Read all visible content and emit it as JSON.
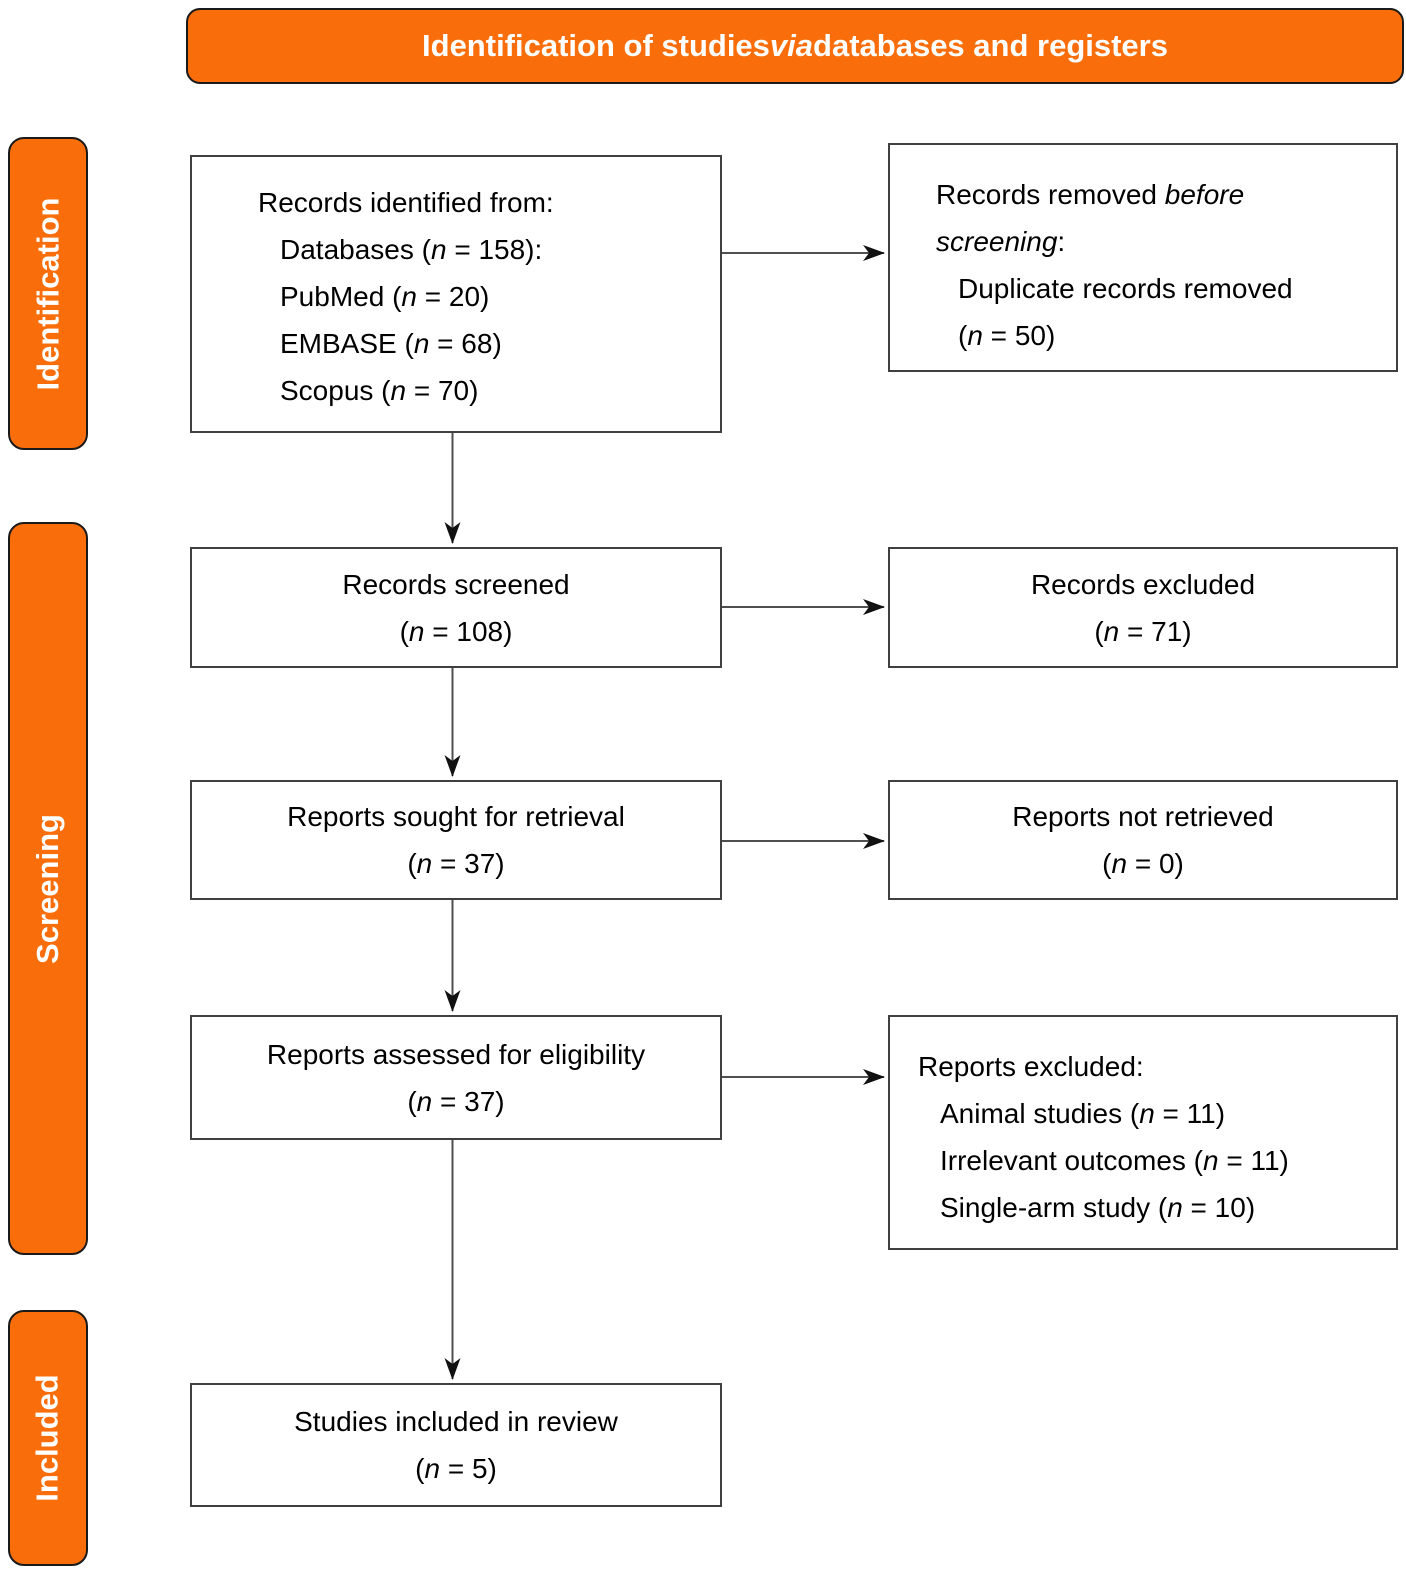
{
  "colors": {
    "accent_orange": "#F96E0A",
    "box_border": "#404040",
    "arrow": "#4f4f4f",
    "arrow_head": "#111111"
  },
  "banner": {
    "segments": [
      {
        "t": "Identification of studies "
      },
      {
        "t": "via",
        "i": true
      },
      {
        "t": " databases and registers"
      }
    ]
  },
  "stages": [
    {
      "label": "Identification"
    },
    {
      "label": "Screening"
    },
    {
      "label": "Included"
    }
  ],
  "boxes": {
    "records_identified": {
      "lines": [
        {
          "segs": [
            {
              "t": "Records identified from:"
            }
          ]
        },
        {
          "ind": true,
          "segs": [
            {
              "t": "Databases ("
            },
            {
              "t": "n",
              "i": true
            },
            {
              "t": " = 158):"
            }
          ]
        },
        {
          "ind": true,
          "segs": [
            {
              "t": "PubMed ("
            },
            {
              "t": "n",
              "i": true
            },
            {
              "t": " = 20)"
            }
          ]
        },
        {
          "ind": true,
          "segs": [
            {
              "t": "EMBASE ("
            },
            {
              "t": "n",
              "i": true
            },
            {
              "t": " = 68)"
            }
          ]
        },
        {
          "ind": true,
          "segs": [
            {
              "t": "Scopus ("
            },
            {
              "t": "n",
              "i": true
            },
            {
              "t": " = 70)"
            }
          ]
        }
      ]
    },
    "records_removed": {
      "lines": [
        {
          "segs": [
            {
              "t": "Records removed "
            },
            {
              "t": "before",
              "i": true
            }
          ]
        },
        {
          "segs": [
            {
              "t": "screening",
              "i": true
            },
            {
              "t": ":"
            }
          ]
        },
        {
          "ind": true,
          "segs": [
            {
              "t": "Duplicate records removed"
            }
          ]
        },
        {
          "ind": true,
          "segs": [
            {
              "t": "("
            },
            {
              "t": "n",
              "i": true
            },
            {
              "t": " = 50)"
            }
          ]
        }
      ]
    },
    "records_screened": {
      "lines": [
        {
          "segs": [
            {
              "t": "Records screened"
            }
          ]
        },
        {
          "segs": [
            {
              "t": "("
            },
            {
              "t": "n",
              "i": true
            },
            {
              "t": " = 108)"
            }
          ]
        }
      ]
    },
    "records_excluded": {
      "lines": [
        {
          "segs": [
            {
              "t": "Records excluded"
            }
          ]
        },
        {
          "segs": [
            {
              "t": "("
            },
            {
              "t": "n",
              "i": true
            },
            {
              "t": " = 71)"
            }
          ]
        }
      ]
    },
    "reports_sought": {
      "lines": [
        {
          "segs": [
            {
              "t": "Reports sought for retrieval"
            }
          ]
        },
        {
          "segs": [
            {
              "t": "("
            },
            {
              "t": "n",
              "i": true
            },
            {
              "t": " = 37)"
            }
          ]
        }
      ]
    },
    "reports_not_retrieved": {
      "lines": [
        {
          "segs": [
            {
              "t": "Reports not retrieved"
            }
          ]
        },
        {
          "segs": [
            {
              "t": "("
            },
            {
              "t": "n",
              "i": true
            },
            {
              "t": " = 0)"
            }
          ]
        }
      ]
    },
    "reports_assessed": {
      "lines": [
        {
          "segs": [
            {
              "t": "Reports assessed for eligibility"
            }
          ]
        },
        {
          "segs": [
            {
              "t": "("
            },
            {
              "t": "n",
              "i": true
            },
            {
              "t": " = 37)"
            }
          ]
        }
      ]
    },
    "reports_excluded": {
      "lines": [
        {
          "segs": [
            {
              "t": "Reports excluded:"
            }
          ]
        },
        {
          "ind": true,
          "segs": [
            {
              "t": "Animal studies ("
            },
            {
              "t": "n",
              "i": true
            },
            {
              "t": " = 11)"
            }
          ]
        },
        {
          "ind": true,
          "segs": [
            {
              "t": "Irrelevant outcomes ("
            },
            {
              "t": "n",
              "i": true
            },
            {
              "t": " = 11)"
            }
          ]
        },
        {
          "ind": true,
          "segs": [
            {
              "t": "Single-arm study ("
            },
            {
              "t": "n",
              "i": true
            },
            {
              "t": " = 10)"
            }
          ]
        }
      ]
    },
    "studies_included": {
      "lines": [
        {
          "segs": [
            {
              "t": "Studies included in review"
            }
          ]
        },
        {
          "segs": [
            {
              "t": "("
            },
            {
              "t": "n",
              "i": true
            },
            {
              "t": " = 5)"
            }
          ]
        }
      ]
    }
  }
}
